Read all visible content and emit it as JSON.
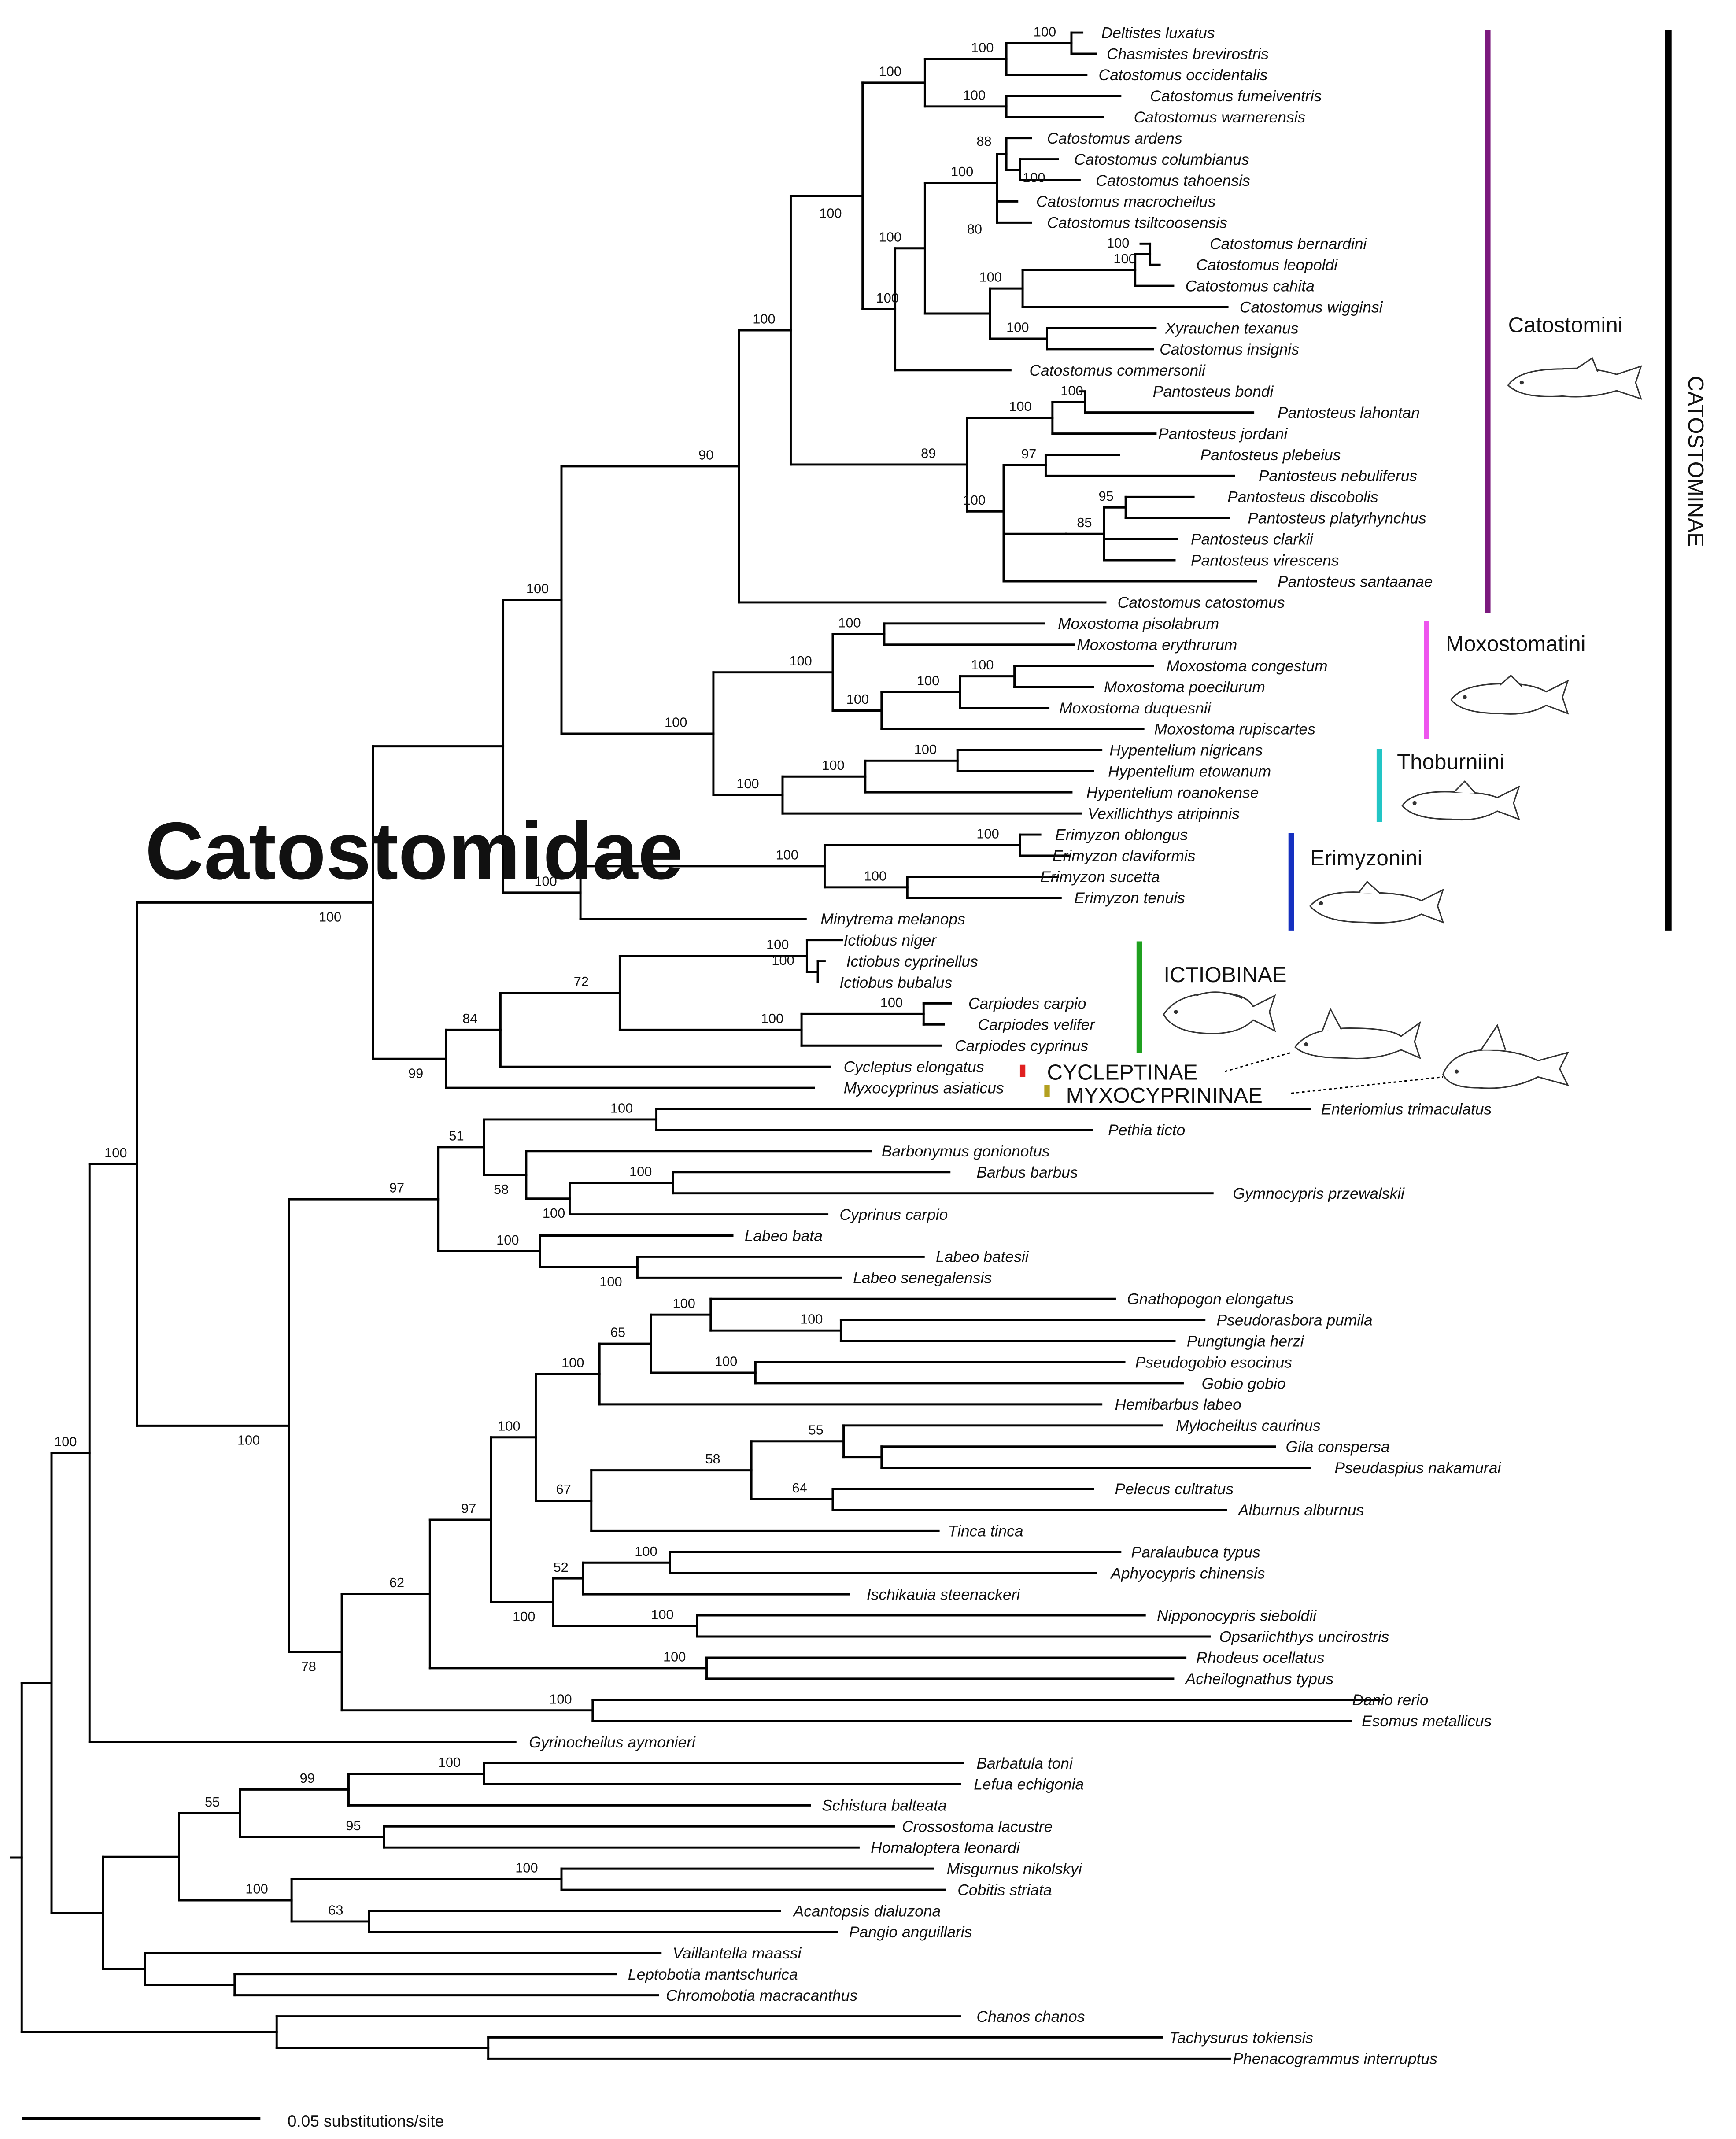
{
  "family_label": "Catostomidae",
  "subfamily_vertical_label": "CATOSTOMINAE",
  "scale_label": "0.05 substitutions/site",
  "colors": {
    "Catostomini": "#7b1a7e",
    "Moxostomatini": "#ee55ee",
    "Thoburniini": "#22c5c5",
    "Erimyzonini": "#1530c0",
    "ICTIOBINAE": "#1fa01f",
    "CYCLEPTINAE": "#e02020",
    "MYXOCYPRININAE": "#b3a020",
    "CATOSTOMINAE": "#000000"
  },
  "groups": [
    {
      "key": "Catostomini",
      "label": "Catostomini"
    },
    {
      "key": "Moxostomatini",
      "label": "Moxostomatini"
    },
    {
      "key": "Thoburniini",
      "label": "Thoburniini"
    },
    {
      "key": "Erimyzonini",
      "label": "Erimyzonini"
    },
    {
      "key": "ICTIOBINAE",
      "label": "ICTIOBINAE"
    },
    {
      "key": "CYCLEPTINAE",
      "label": "CYCLEPTINAE"
    },
    {
      "key": "MYXOCYPRININAE",
      "label": "MYXOCYPRININAE"
    }
  ],
  "taxa": [
    "Deltistes luxatus",
    "Chasmistes brevirostris",
    "Catostomus occidentalis",
    "Catostomus fumeiventris",
    "Catostomus warnerensis",
    "Catostomus ardens",
    "Catostomus columbianus",
    "Catostomus tahoensis",
    "Catostomus macrocheilus",
    "Catostomus tsiltcoosensis",
    "Catostomus bernardini",
    "Catostomus leopoldi",
    "Catostomus cahita",
    "Catostomus wigginsi",
    "Xyrauchen texanus",
    "Catostomus insignis",
    "Catostomus commersonii",
    "Pantosteus bondi",
    "Pantosteus lahontan",
    "Pantosteus jordani",
    "Pantosteus plebeius",
    "Pantosteus nebuliferus",
    "Pantosteus discobolis",
    "Pantosteus platyrhynchus",
    "Pantosteus clarkii",
    "Pantosteus virescens",
    "Pantosteus santaanae",
    "Catostomus catostomus",
    "Moxostoma pisolabrum",
    "Moxostoma erythrurum",
    "Moxostoma congestum",
    "Moxostoma poecilurum",
    "Moxostoma duquesnii",
    "Moxostoma rupiscartes",
    "Hypentelium nigricans",
    "Hypentelium etowanum",
    "Hypentelium roanokense",
    "Vexillichthys atripinnis",
    "Erimyzon oblongus",
    "Erimyzon claviformis",
    "Erimyzon sucetta",
    "Erimyzon tenuis",
    "Minytrema melanops",
    "Ictiobus niger",
    "Ictiobus cyprinellus",
    "Ictiobus bubalus",
    "Carpiodes carpio",
    "Carpiodes velifer",
    "Carpiodes cyprinus",
    "Cycleptus elongatus",
    "Myxocyprinus asiaticus",
    "Enteriomius trimaculatus",
    "Pethia ticto",
    "Barbonymus gonionotus",
    "Barbus barbus",
    "Gymnocypris przewalskii",
    "Cyprinus carpio",
    "Labeo bata",
    "Labeo batesii",
    "Labeo senegalensis",
    "Gnathopogon elongatus",
    "Pseudorasbora pumila",
    "Pungtungia herzi",
    "Pseudogobio esocinus",
    "Gobio gobio",
    "Hemibarbus labeo",
    "Mylocheilus caurinus",
    "Gila conspersa",
    "Pseudaspius nakamurai",
    "Pelecus cultratus",
    "Alburnus alburnus",
    "Tinca tinca",
    "Paralaubuca typus",
    "Aphyocypris chinensis",
    "Ischikauia steenackeri",
    "Nipponocypris sieboldii",
    "Opsariichthys uncirostris",
    "Rhodeus ocellatus",
    "Acheilognathus typus",
    "Danio rerio",
    "Esomus metallicus",
    "Gyrinocheilus aymonieri",
    "Barbatula toni",
    "Lefua echigonia",
    "Schistura balteata",
    "Crossostoma lacustre",
    "Homaloptera leonardi",
    "Misgurnus nikolskyi",
    "Cobitis striata",
    "Acantopsis dialuzona",
    "Pangio anguillaris",
    "Vaillantella maassi",
    "Leptobotia mantschurica",
    "Chromobotia macracanthus",
    "Chanos chanos",
    "Tachysurus tokiensis",
    "Phenacogrammus interruptus"
  ],
  "support_values": [
    "100",
    "100",
    "100",
    "100",
    "100",
    "88",
    "100",
    "80",
    "100",
    "100",
    "100",
    "100",
    "100",
    "100",
    "90",
    "100",
    "100",
    "100",
    "97",
    "100",
    "95",
    "85",
    "100",
    "89",
    "100",
    "100",
    "100",
    "100",
    "100",
    "100",
    "100",
    "100",
    "100",
    "100",
    "100",
    "100",
    "100",
    "100",
    "100",
    "100",
    "100",
    "100",
    "72",
    "84",
    "99",
    "100",
    "51",
    "100",
    "58",
    "100",
    "100",
    "97",
    "100",
    "100",
    "100",
    "100",
    "65",
    "100",
    "100",
    "55",
    "58",
    "64",
    "67",
    "100",
    "100",
    "52",
    "100",
    "100",
    "97",
    "62",
    "100",
    "100",
    "78",
    "100",
    "100",
    "100",
    "100",
    "99",
    "55",
    "95",
    "100",
    "100",
    "63"
  ]
}
